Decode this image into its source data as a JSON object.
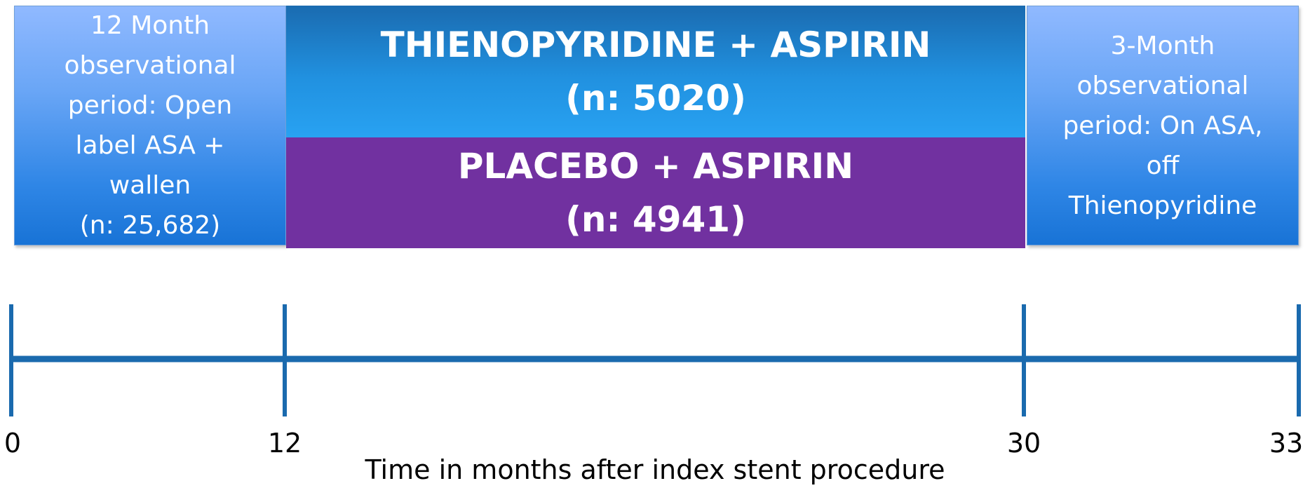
{
  "phases": {
    "left": {
      "lines": [
        "12 Month",
        "observational",
        "period: Open",
        "label ASA +",
        "wallen",
        "(n: 25,682)"
      ]
    },
    "right": {
      "lines": [
        "3-Month",
        "observational",
        "period: On ASA,",
        "off",
        "Thienopyridine"
      ]
    }
  },
  "arms": {
    "thienopyridine": {
      "lines": [
        "THIENOPYRIDINE + ASPIRIN",
        "(n: 5020)"
      ]
    },
    "placebo": {
      "lines": [
        "PLACEBO + ASPIRIN",
        "(n: 4941)"
      ]
    }
  },
  "timeline": {
    "ticks": [
      "0",
      "12",
      "30",
      "33"
    ],
    "tick_values": [
      0,
      12,
      30,
      33
    ],
    "axis_label": "Time in months after index stent procedure",
    "color": "#1a6aae"
  },
  "colors": {
    "phase_box": "#4d97ef",
    "thienopyridine_arm": "#2191e0",
    "placebo_arm": "#7131a0"
  }
}
